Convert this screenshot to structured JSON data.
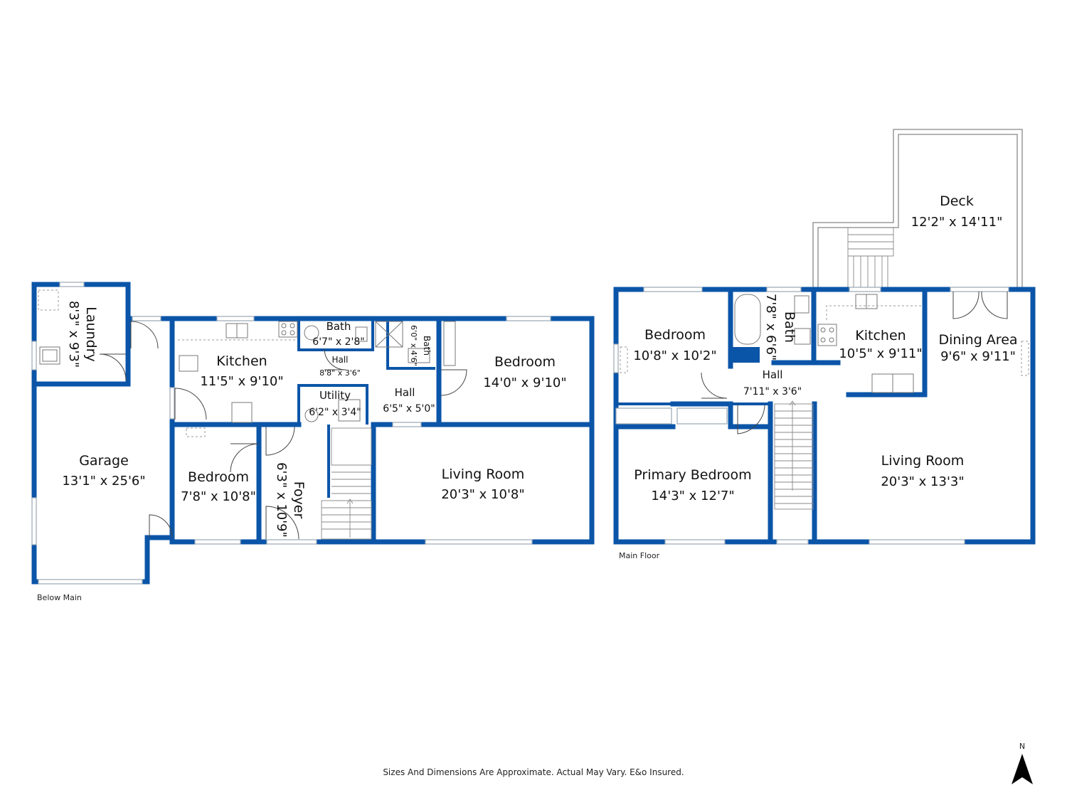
{
  "floors": {
    "below_main": {
      "label": "Below Main",
      "rooms": {
        "laundry": {
          "name": "Laundry",
          "dims": "8'3\" x 9'3\""
        },
        "garage": {
          "name": "Garage",
          "dims": "13'1\" x 25'6\""
        },
        "kitchen": {
          "name": "Kitchen",
          "dims": "11'5\" x 9'10\""
        },
        "bath1": {
          "name": "Bath",
          "dims": "6'7\" x 2'8\""
        },
        "hall1": {
          "name": "Hall",
          "dims": "8'8\" x 3'6\""
        },
        "bath2": {
          "name": "Bath",
          "dims": "6'0\" x 4'6\""
        },
        "utility": {
          "name": "Utility",
          "dims": "6'2\" x 3'4\""
        },
        "hall2": {
          "name": "Hall",
          "dims": "6'5\" x 5'0\""
        },
        "bedroom1": {
          "name": "Bedroom",
          "dims": "14'0\" x 9'10\""
        },
        "bedroom2": {
          "name": "Bedroom",
          "dims": "7'8\" x 10'8\""
        },
        "foyer": {
          "name": "Foyer",
          "dims": "6'3\" x 10'9\""
        },
        "living": {
          "name": "Living Room",
          "dims": "20'3\" x 10'8\""
        }
      }
    },
    "main_floor": {
      "label": "Main Floor",
      "rooms": {
        "deck": {
          "name": "Deck",
          "dims": "12'2\" x 14'11\""
        },
        "bedroom": {
          "name": "Bedroom",
          "dims": "10'8\" x 10'2\""
        },
        "bath": {
          "name": "Bath",
          "dims": "7'8\" x 6'6\""
        },
        "kitchen": {
          "name": "Kitchen",
          "dims": "10'5\" x 9'11\""
        },
        "dining": {
          "name": "Dining Area",
          "dims": "9'6\" x 9'11\""
        },
        "hall": {
          "name": "Hall",
          "dims": "7'11\" x 3'6\""
        },
        "primary": {
          "name": "Primary Bedroom",
          "dims": "14'3\" x 12'7\""
        },
        "living": {
          "name": "Living Room",
          "dims": "20'3\" x 13'3\""
        }
      }
    }
  },
  "disclaimer": "Sizes And Dimensions Are Approximate. Actual May Vary. E&o Insured.",
  "compass": {
    "label": "N"
  },
  "colors": {
    "wall": "#0b55a8",
    "background": "#ffffff"
  }
}
